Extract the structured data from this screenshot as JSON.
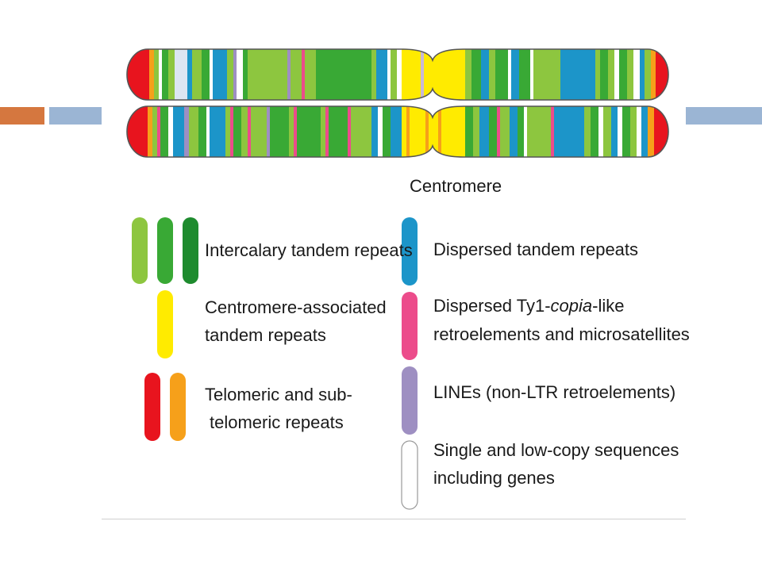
{
  "colors": {
    "accent_orange": "#D5773F",
    "accent_blue": "#9BB5D4",
    "intercalary_light": "#8DC63F",
    "intercalary_mid": "#39A935",
    "intercalary_dark": "#1E8B2E",
    "centromere_yellow": "#FFEB00",
    "telomeric_red": "#E8141E",
    "subtelomeric_orange": "#F6A01A",
    "dispersed_blue": "#1C95C9",
    "ty1_pink": "#EC4C8B",
    "line_purple": "#9E8FC2",
    "single_white": "#FFFFFF"
  },
  "figure": {
    "centromere_label": "Centromere",
    "legend": {
      "intercalary": "Intercalary tandem repeats",
      "centromere_line1": "Centromere-associated",
      "centromere_line2": "tandem repeats",
      "telomeric_line1": "Telomeric and sub-",
      "telomeric_line2": "telomeric repeats",
      "dispersed": "Dispersed tandem repeats",
      "ty1_line1_pre": "Dispersed Ty1-",
      "ty1_line1_em": "copia",
      "ty1_line1_post": "-like",
      "ty1_line2": "retroelements and microsatellites",
      "lines": "LINEs (non-LTR retroelements)",
      "single_line1": "Single and low-copy sequences",
      "single_line2": "including genes"
    }
  }
}
